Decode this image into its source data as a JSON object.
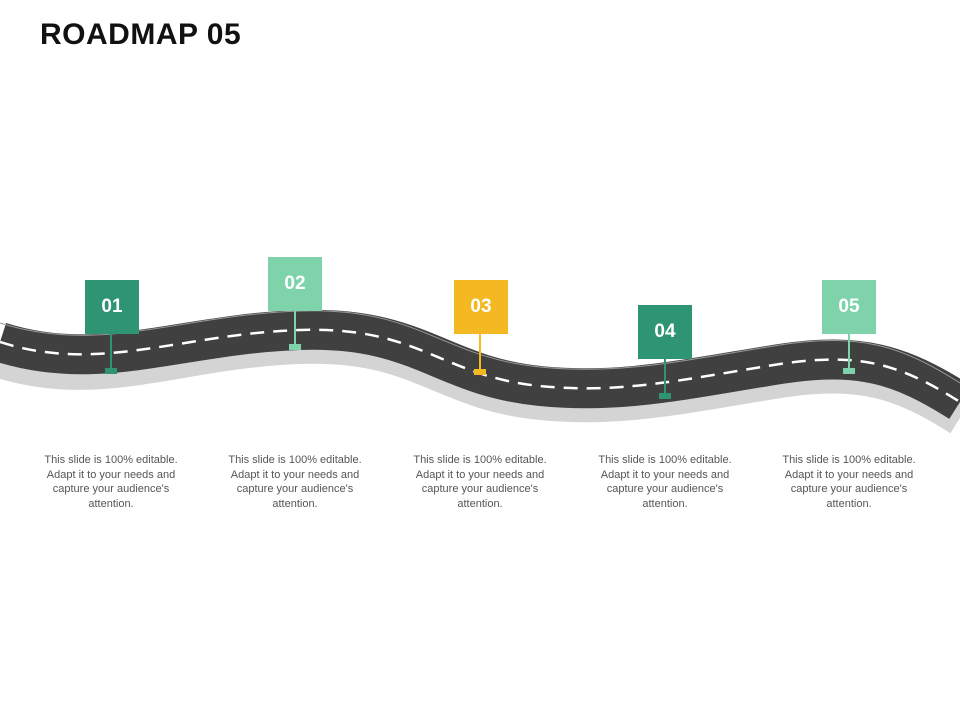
{
  "title": "ROADMAP 05",
  "colors": {
    "dark_green": "#2e9473",
    "light_green": "#7fd3aa",
    "yellow": "#f4b822",
    "road": "#404040",
    "road_shadow": "#d4d4d4",
    "lane_marking": "#ffffff"
  },
  "steps": [
    {
      "number": "01",
      "color": "#2e9473",
      "text": "This slide is 100% editable. Adapt it to your needs and capture your audience's attention."
    },
    {
      "number": "02",
      "color": "#7fd3aa",
      "text": "This slide is 100% editable. Adapt it to your needs and capture your audience's attention."
    },
    {
      "number": "03",
      "color": "#f4b822",
      "text": "This slide is 100% editable. Adapt it to your needs and capture your audience's attention."
    },
    {
      "number": "04",
      "color": "#2e9473",
      "text": "This slide is 100% editable. Adapt it to your needs and capture your audience's attention."
    },
    {
      "number": "05",
      "color": "#7fd3aa",
      "text": "This slide is 100% editable. Adapt it to your needs and capture your audience's attention."
    }
  ]
}
